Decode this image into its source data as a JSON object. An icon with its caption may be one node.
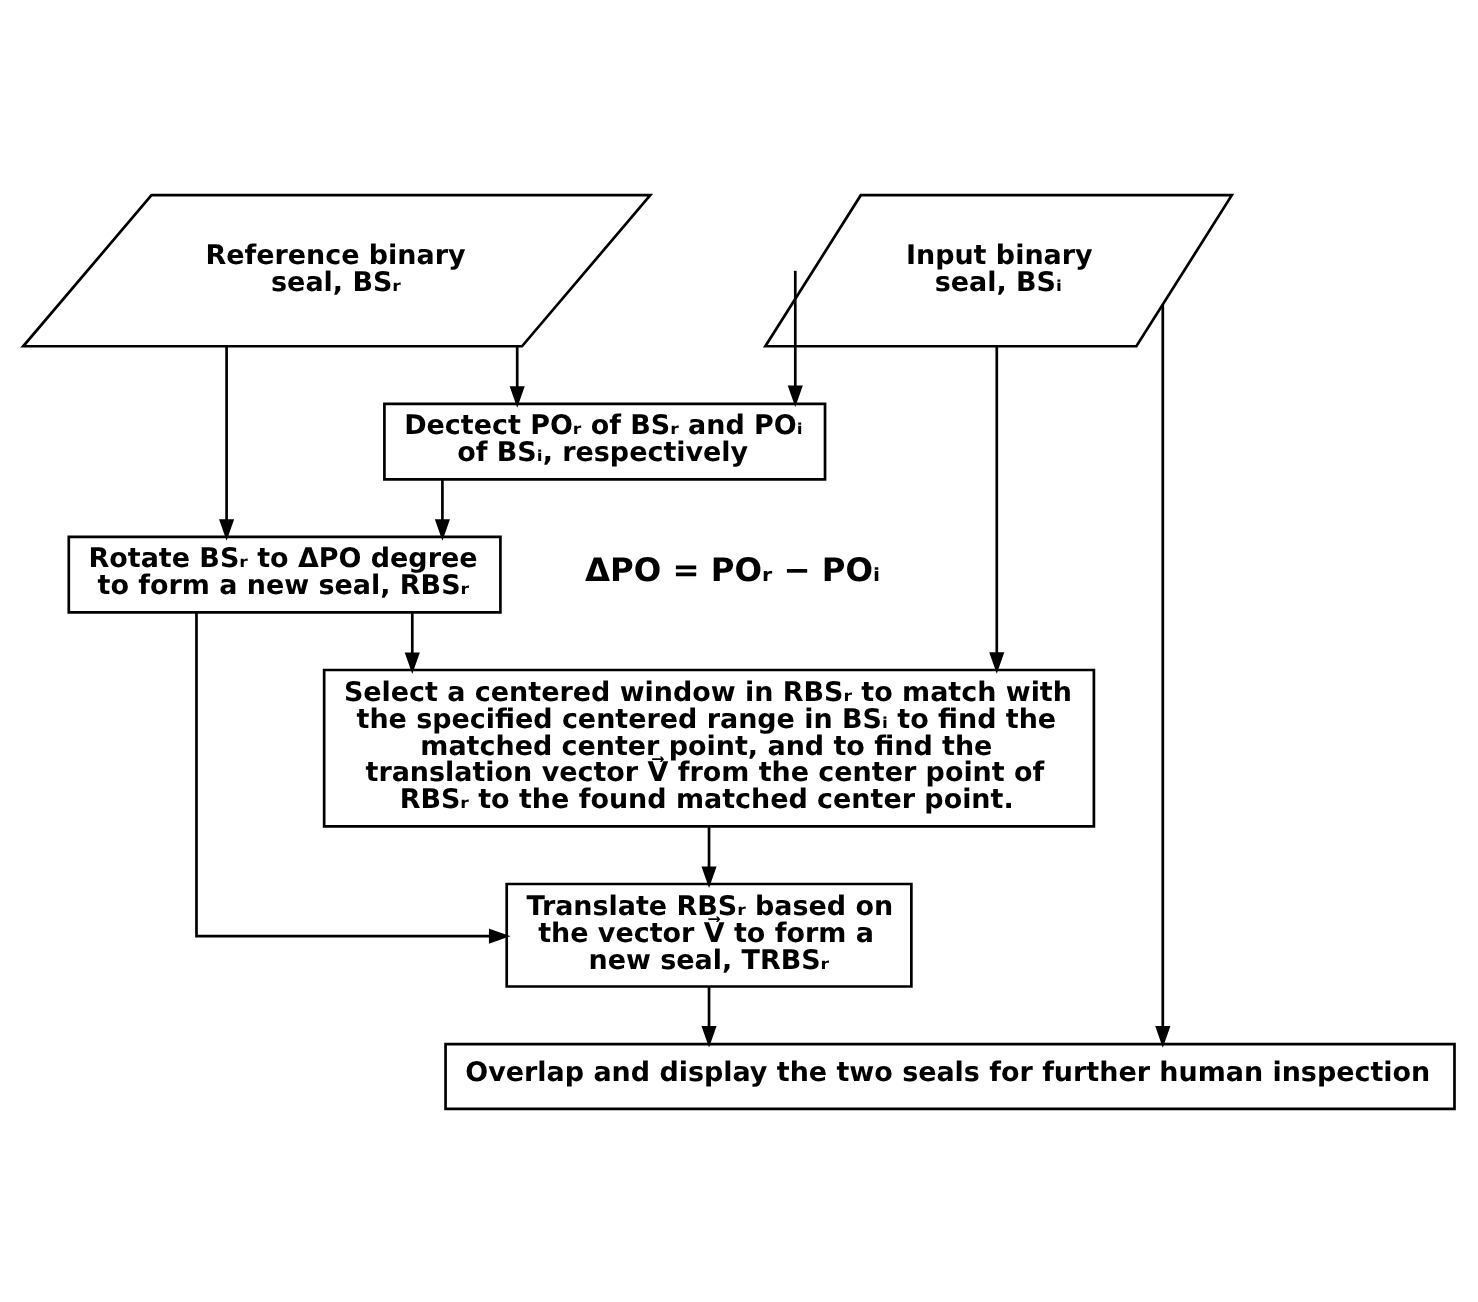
{
  "diagram": {
    "nodes": [
      {
        "text": [
          "Reference binary seal, BSᵣ"
        ]
      },
      {
        "text": [
          "Input binary seal, BSᵢ"
        ]
      },
      {
        "text": [
          "Dectect POᵣ of BSᵣ and POᵢ of BSᵢ, respectively"
        ]
      },
      {
        "text": [
          "Rotate BSᵣ to ΔPO degree to form a new seal, RBSᵣ"
        ]
      },
      {
        "text": [
          "Select a centered window in RBSᵣ to match with the specified centered range in BSᵢ to find the matched center point, and to find the translation vector V⃗ from the center point of RBSᵣ to the found matched center point."
        ]
      },
      {
        "text": [
          "Translate RBSᵣ based on the vector V⃗ to form a new seal, TRBSᵣ"
        ]
      },
      {
        "text": [
          "Overlap and display the two seals for further human inspection"
        ]
      }
    ],
    "edges": [
      {
        "from": 0,
        "to": 2,
        "arrow": "to"
      },
      {
        "from": 1,
        "to": 2,
        "arrow": "to"
      },
      {
        "from": 0,
        "to": 3,
        "arrow": "to"
      },
      {
        "from": 2,
        "to": 3,
        "arrow": "to"
      },
      {
        "from": 3,
        "to": 4,
        "arrow": "to"
      },
      {
        "from": 1,
        "to": 4,
        "arrow": "to"
      },
      {
        "from": 3,
        "to": 5,
        "arrow": "to"
      },
      {
        "from": 4,
        "to": 5,
        "arrow": "to"
      },
      {
        "from": 5,
        "to": 6,
        "arrow": "to"
      },
      {
        "from": 1,
        "to": 6,
        "arrow": "to"
      }
    ],
    "labels": [
      "ΔPO = POᵣ − POᵢ"
    ]
  }
}
